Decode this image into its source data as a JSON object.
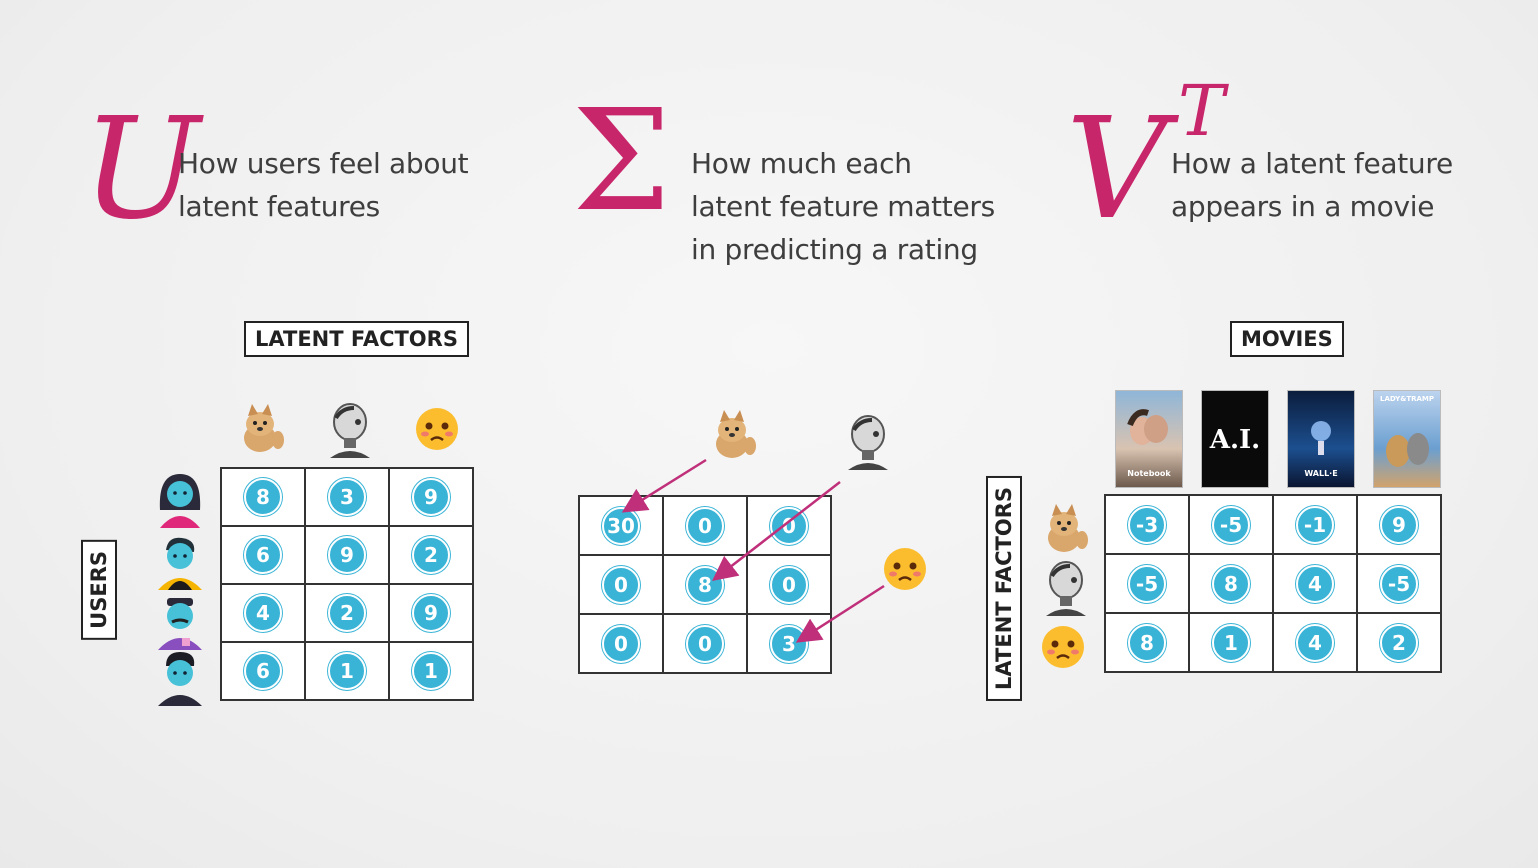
{
  "u_section": {
    "symbol": "U",
    "lines": [
      "How users feel about",
      "latent features"
    ]
  },
  "sigma_section": {
    "symbol": "Σ",
    "lines": [
      "How much each",
      "latent feature matters",
      "in predicting a rating"
    ]
  },
  "vt_section": {
    "symbol": "V",
    "superscript": "T",
    "lines": [
      "How a latent feature",
      "appears in a movie"
    ]
  },
  "labels": {
    "latent_factors_top": "LATENT FACTORS",
    "users": "USERS",
    "movies": "MOVIES",
    "latent_factors_side": "LATENT FACTORS"
  },
  "posters": {
    "notebook": "Notebook",
    "ai": "A.I.",
    "walle": "WALL·E",
    "lady": "LADY&TRAMP"
  },
  "u_matrix": [
    [
      "8",
      "3",
      "9"
    ],
    [
      "6",
      "9",
      "2"
    ],
    [
      "4",
      "2",
      "9"
    ],
    [
      "6",
      "1",
      "1"
    ]
  ],
  "sigma_matrix": [
    [
      "30",
      "0",
      "0"
    ],
    [
      "0",
      "8",
      "0"
    ],
    [
      "0",
      "0",
      "3"
    ]
  ],
  "vt_matrix": [
    [
      "-3",
      "-5",
      "-1",
      "9"
    ],
    [
      "-5",
      "8",
      "4",
      "-5"
    ],
    [
      "8",
      "1",
      "4",
      "2"
    ]
  ],
  "colors": {
    "accent": "#c8266a",
    "cell": "#3ab4d6",
    "arrow": "#c0307a"
  }
}
